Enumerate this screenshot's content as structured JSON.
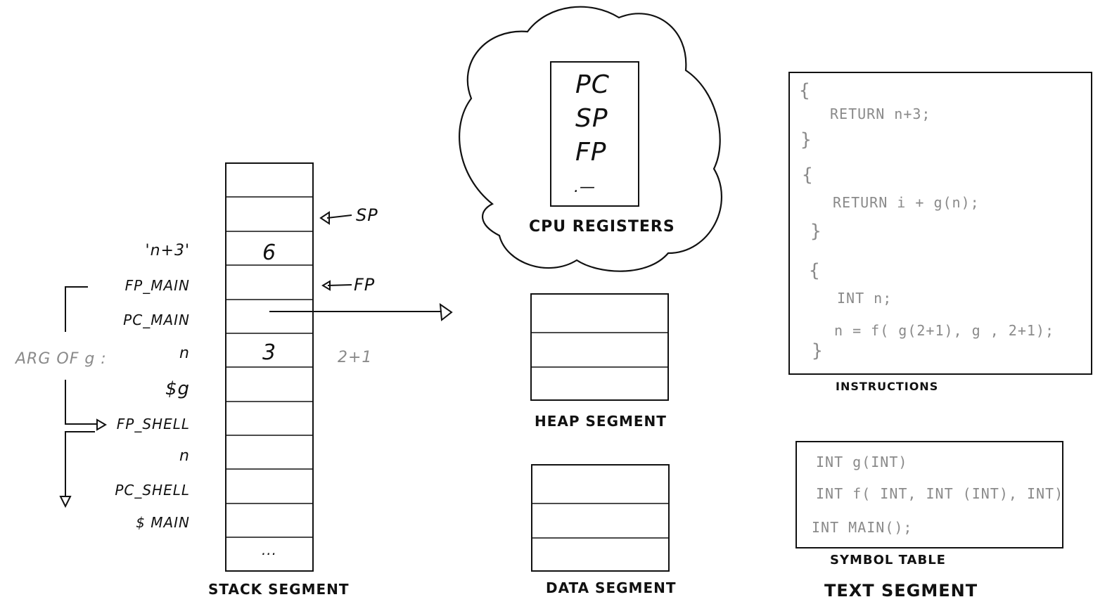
{
  "cpu": {
    "registers": [
      "PC",
      "SP",
      "FP",
      ".—"
    ],
    "caption": "CPU REGISTERS"
  },
  "stack": {
    "caption": "STACK SEGMENT",
    "labels": [
      "'n+3'",
      "FP_MAIN",
      "PC_MAIN",
      "n",
      "$g",
      "FP_SHELL",
      "n",
      "PC_SHELL",
      "$ MAIN"
    ],
    "cell_values": {
      "r2": "6",
      "r5": "3",
      "last": "..."
    },
    "sp_pointer": "SP",
    "fp_pointer": "FP",
    "side_note": "2+1",
    "arg_label": "ARG OF g :"
  },
  "heap": {
    "caption": "HEAP SEGMENT"
  },
  "data": {
    "caption": "DATA SEGMENT"
  },
  "text": {
    "caption": "TEXT SEGMENT",
    "instructions": {
      "caption": "INSTRUCTIONS",
      "lines": [
        "{",
        "RETURN   n+3;",
        "}",
        "{",
        "RETURN   i + g(n);",
        "}",
        "{",
        "INT   n;",
        "n =  f( g(2+1),  g ,  2+1);",
        "}"
      ]
    },
    "symbol_table": {
      "caption": "SYMBOL TABLE",
      "lines": [
        "INT   g(INT)",
        "INT   f( INT,  INT (INT),   INT)",
        "INT   MAIN();"
      ]
    }
  }
}
